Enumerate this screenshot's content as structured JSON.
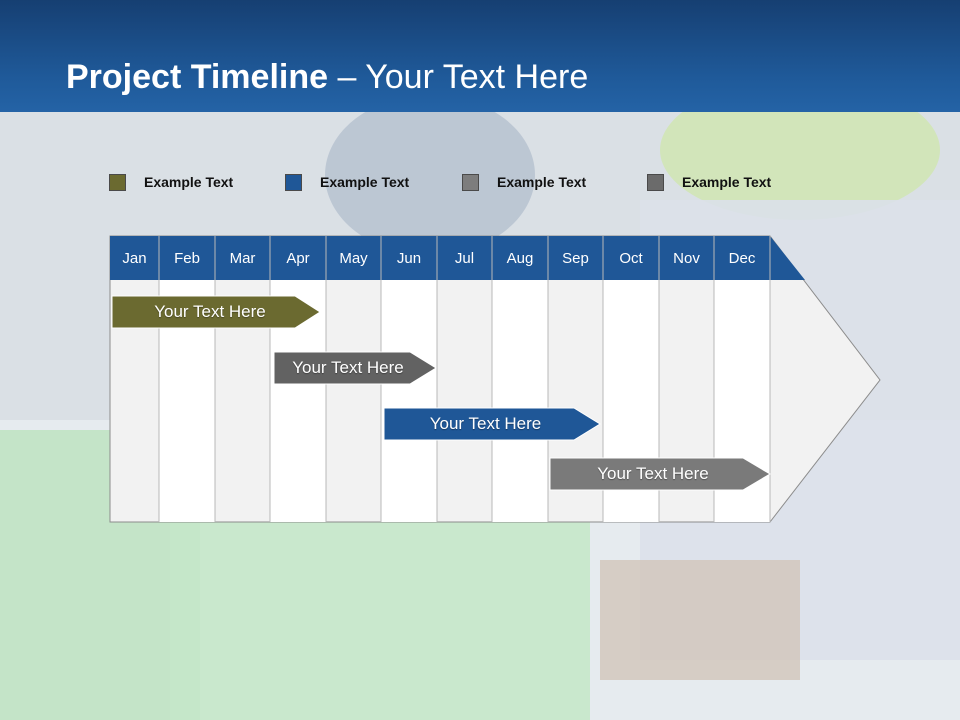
{
  "title": {
    "bold": "Project Timeline",
    "rest": " – Your Text Here"
  },
  "legend": [
    {
      "label": "Example Text",
      "color": "#6b6a30"
    },
    {
      "label": "Example Text",
      "color": "#1f5797"
    },
    {
      "label": "Example Text",
      "color": "#7d7d7d"
    },
    {
      "label": "Example Text",
      "color": "#6b6b6b"
    }
  ],
  "months": [
    "Jan",
    "Feb",
    "Mar",
    "Apr",
    "May",
    "Jun",
    "Jul",
    "Aug",
    "Sep",
    "Oct",
    "Nov",
    "Dec"
  ],
  "tasks": [
    {
      "label": "Your  Text Here",
      "color": "#6b6a30"
    },
    {
      "label": "Your  Text Here",
      "color": "#626262"
    },
    {
      "label": "Your  Text Here",
      "color": "#1f5797"
    },
    {
      "label": "Your  Text Here",
      "color": "#7a7a7a"
    }
  ],
  "colors": {
    "header_band": "#1f5a9a",
    "month_bar": "#1f5797"
  }
}
